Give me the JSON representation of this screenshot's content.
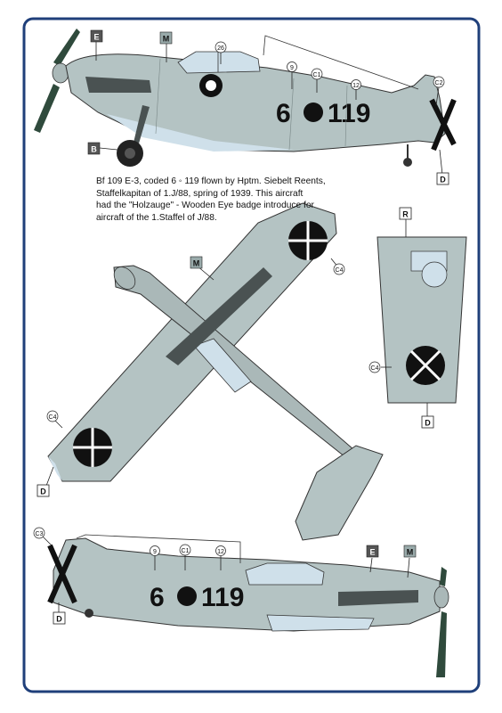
{
  "caption": {
    "lines": [
      "Bf 109 E-3, coded 6 ◦ 119 flown by Hptm. Siebelt Reents,",
      "Staffelkapitan of 1.J/88, spring of 1939. This aircraft",
      "had the \"Holzauge\" - Wooden Eye badge introduce for",
      "aircraft of the 1.Staffel of J/88."
    ]
  },
  "code": {
    "left": "6",
    "right": "119"
  },
  "callouts": {
    "E": "E",
    "M": "M",
    "B": "B",
    "D": "D",
    "R": "R",
    "c26": "26",
    "c9": "9",
    "c12": "12",
    "C1": "C1",
    "C2": "C2",
    "C3": "C3",
    "C4": "C4"
  },
  "colors": {
    "frame": "#1f3f7a",
    "light_grey": "#b4c3c3",
    "light_blue": "#cfe0ea",
    "dark_grey": "#4a5252",
    "black": "#111111",
    "prop": "#2f4a3c"
  }
}
